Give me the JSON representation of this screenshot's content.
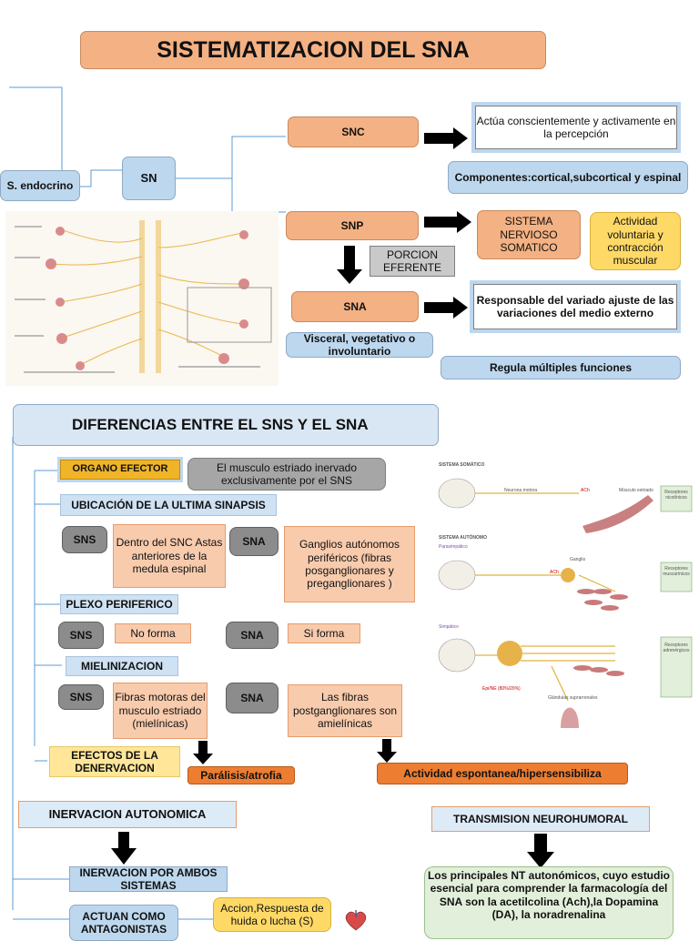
{
  "title": "SISTEMATIZACION DEL SNA",
  "top": {
    "endocrino": "S. endocrino",
    "sn": "SN",
    "snc": "SNC",
    "snc_desc": "Actúa conscientemente y activamente en la percepción",
    "snc_componentes": "Componentes:cortical,subcortical y espinal",
    "snp": "SNP",
    "sistema_somatico": "SISTEMA NERVIOSO SOMATICO",
    "actividad_voluntaria": "Actividad voluntaria y contracción muscular",
    "porcion_eferente": "PORCION EFERENTE",
    "sna": "SNA",
    "sna_desc": "Responsable del variado ajuste de las variaciones del medio externo",
    "visceral": "Visceral, vegetativo o involuntario",
    "regula": "Regula múltiples funciones"
  },
  "diferencias": {
    "title": "DIFERENCIAS ENTRE EL SNS Y EL SNA",
    "organo_efector": "ORGANO EFECTOR",
    "organo_desc": "El musculo estriado inervado exclusivamente por el SNS",
    "ubicacion": "UBICACIÓN DE LA ULTIMA  SINAPSIS",
    "sns_label": "SNS",
    "sna_label": "SNA",
    "ubic_sns": "Dentro del SNC Astas anteriores de la medula espinal",
    "ubic_sna": "Ganglios autónomos periféricos (fibras posganglionares y preganglionares )",
    "plexo": "PLEXO PERIFERICO",
    "plexo_sns": "No forma",
    "plexo_sna": "Si forma",
    "mielinizacion": "MIELINIZACION",
    "miel_sns": "Fibras motoras del musculo estriado (mielínicas)",
    "miel_sna": "Las fibras postganglionares son amielínicas",
    "efectos": "EFECTOS DE LA DENERVACION",
    "paralisis": "Parálisis/atrofia",
    "actividad_espontanea": "Actividad espontanea/hipersensibiliza"
  },
  "bottom": {
    "inervacion_autonomica": "INERVACION AUTONOMICA",
    "inervacion_ambos": "INERVACION POR AMBOS SISTEMAS",
    "actuan": "ACTUAN COMO ANTAGONISTAS",
    "accion": "Accion,Respuesta de huida o lucha (S)",
    "transmision": "TRANSMISION NEUROHUMORAL",
    "principales": "Los principales NT autonómicos, cuyo estudio esencial para comprender la farmacología del SNA son la acetilcolina (Ach),la Dopamina (DA), la noradrenalina"
  },
  "figure_right": {
    "somatico": "SISTEMA SOMÁTICO",
    "autonomo": "SISTEMA AUTÓNOMO",
    "parasimpatico": "Parasimpático",
    "simpatico": "Simpático",
    "neurona_motora": "Neurona motora",
    "musculo_estriado": "Músculo estriado",
    "ganglio": "Ganglio",
    "receptores_nicotinicos": "Receptores nicotínicos",
    "receptores_muscarinicos": "Receptores muscarínicos",
    "receptores_adrenergicos": "Receptores adrenérgicos",
    "glandulas": "Glándulas suprarrenales",
    "ach": "ACh",
    "epi_ne": "Epi/NE (80%/20%)"
  },
  "colors": {
    "salmon": "#f4b183",
    "blue": "#bdd7ee",
    "gray": "#a6a6a6",
    "yellow": "#ffd966",
    "orange": "#ed7d31",
    "line": "#5b9bd5"
  }
}
